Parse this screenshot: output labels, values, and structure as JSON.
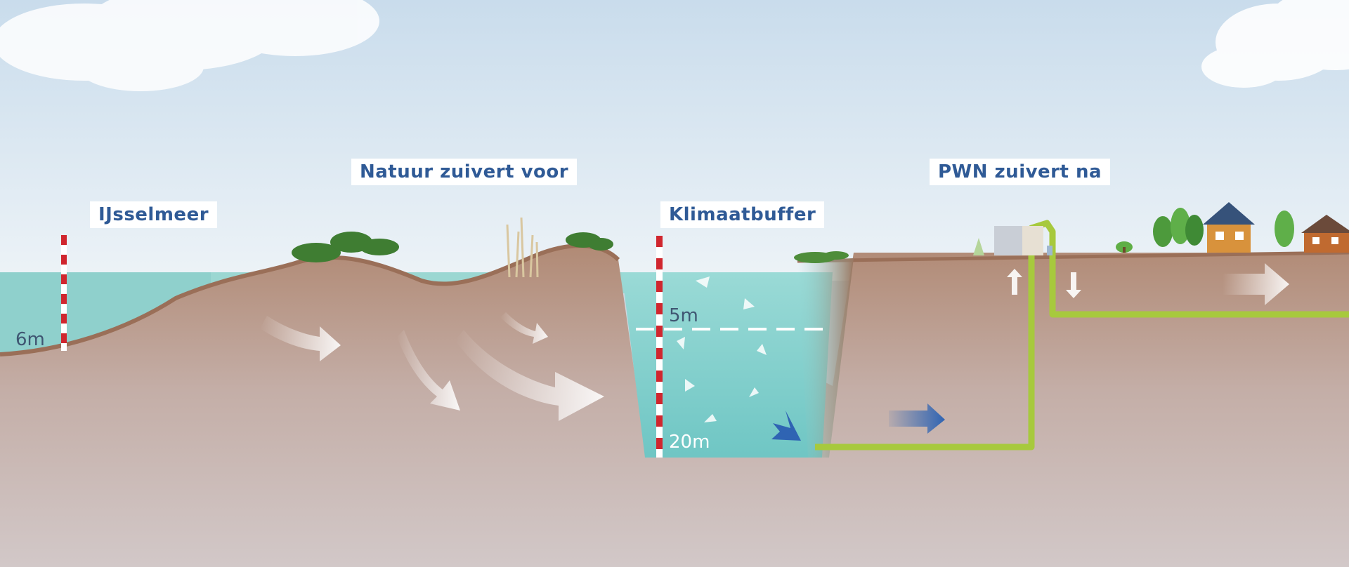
{
  "labels": {
    "ijsselmeer": "IJsselmeer",
    "natuur": "Natuur zuivert voor",
    "klimaatbuffer": "Klimaatbuffer",
    "pwn": "PWN zuivert na"
  },
  "depths": {
    "lake": "6m",
    "buffer_top": "5m",
    "buffer_bottom": "20m"
  },
  "colors": {
    "sky_top": "#cfe0ee",
    "sky_bottom": "#e9f1f6",
    "water": "#8fd3d0",
    "soil_top": "#b48c76",
    "soil_bottom": "#cfc2c0",
    "pipe": "#a7c93d",
    "label_text": "#2f5a96",
    "arrow_blue": "#2f64b3"
  }
}
